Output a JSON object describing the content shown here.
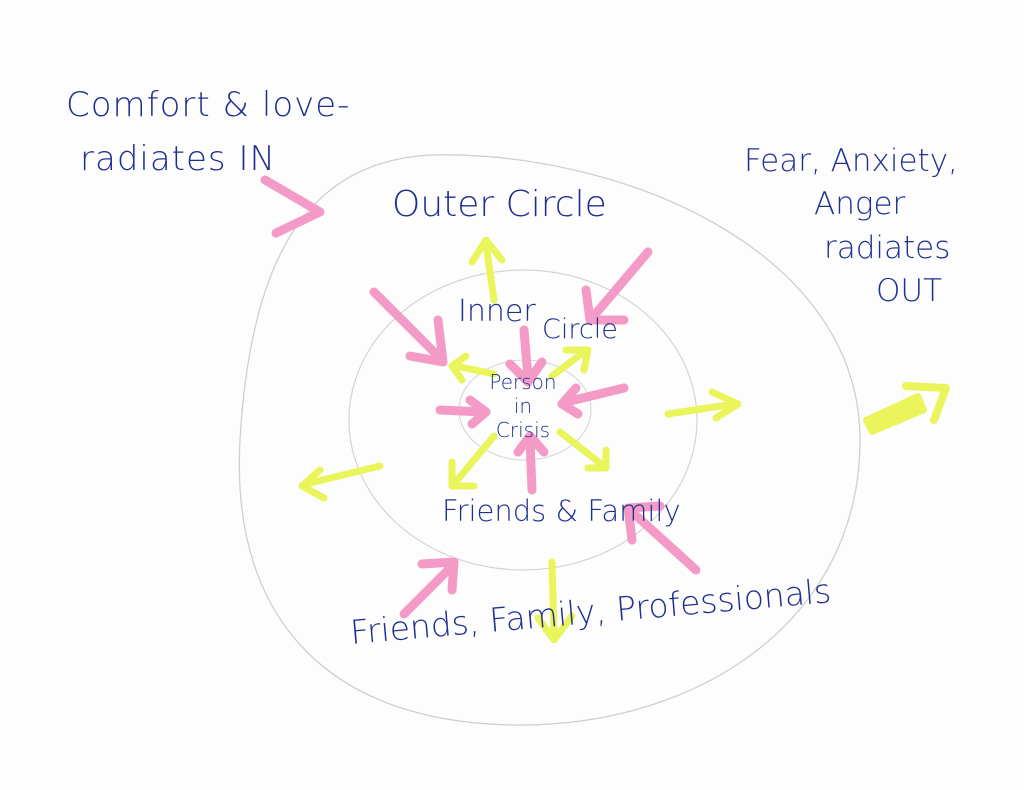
{
  "labels": {
    "comfort_line1": "Comfort & love-",
    "comfort_line2": "radiates IN",
    "fear_line1": "Fear, Anxiety,",
    "fear_line2": "Anger",
    "fear_line3": "radiates",
    "fear_line4": "OUT",
    "outer_circle": "Outer Circle",
    "inner_circle_1": "Inner",
    "inner_circle_2": "Circle",
    "person_1": "Person",
    "person_2": "in",
    "person_3": "Crisis",
    "friends_family_inner": "Friends & Family",
    "friends_family_outer": "Friends, Family, Professionals"
  },
  "colors": {
    "ink": "#1e2f8f",
    "comfort_arrow": "#f49ac6",
    "fear_arrow": "#e9f55a",
    "circle_line": "#cfcfcf"
  },
  "rings": [
    "outer-circle",
    "inner-circle",
    "person-in-crisis"
  ]
}
